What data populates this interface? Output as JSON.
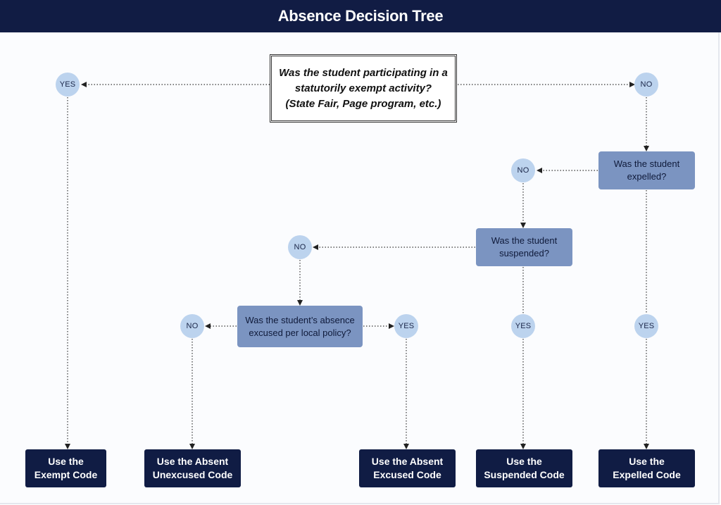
{
  "header": {
    "title": "Absence Decision Tree"
  },
  "colors": {
    "header_bg": "#111c44",
    "question_box": "#7b94c1",
    "answer_circle": "#bcd3ee",
    "result_box": "#101c44"
  },
  "root_question": "Was the student participating in a\nstatutorily exempt activity?\n(State Fair, Page program, etc.)",
  "questions": {
    "expelled": "Was the student\nexpelled?",
    "suspended": "Was the student\nsuspended?",
    "excused": "Was the student’s absence\nexcused per local policy?"
  },
  "answers": {
    "root_yes": "YES",
    "root_no": "NO",
    "expelled_no": "NO",
    "expelled_yes": "YES",
    "suspended_no": "NO",
    "suspended_yes": "YES",
    "excused_no": "NO",
    "excused_yes": "YES"
  },
  "results": {
    "exempt": "Use the\nExempt Code",
    "unexcused": "Use the Absent\nUnexcused Code",
    "excused": "Use the Absent\nExcused Code",
    "suspended": "Use the\nSuspended Code",
    "expelled": "Use the\nExpelled Code"
  }
}
